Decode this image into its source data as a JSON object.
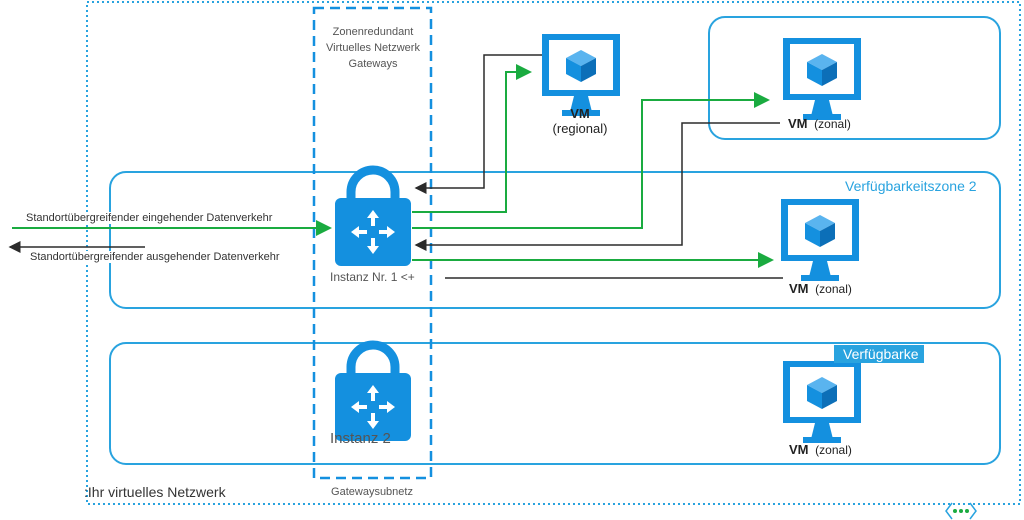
{
  "vnet_label": ":Ihr virtuelles Netzwerk",
  "gateway": {
    "title_lines": [
      "Zonenredundant",
      "Virtuelles Netzwerk",
      "Gateways"
    ],
    "subnet_label": "Gatewaysubnetz"
  },
  "zones": {
    "zone2_label": "Verfügbarkeitszone 2",
    "zone3_label": "Verfügbarke"
  },
  "instances": {
    "instance1_label": "Instanz Nr. 1 <+",
    "instance2_label": "Instanz 2"
  },
  "vms": {
    "regional": {
      "name": "VM",
      "type": "(regional)"
    },
    "zonal_1": {
      "name": "VM",
      "type": "(zonal)"
    },
    "zonal_2": {
      "name": "VM",
      "type": "(zonal)"
    },
    "zonal_3": {
      "name": "VM",
      "type": "(zonal)"
    }
  },
  "traffic": {
    "inbound": "Standortübergreifender  eingehender  Datenverkehr",
    "outbound": "Standortübergreifender  ausgehender  Datenverkehr"
  },
  "icons": {
    "vm": "virtual-machine-icon",
    "gateway": "vpn-gateway-lock-icon",
    "ellipsis": "ellipsis-icon"
  },
  "colors": {
    "zone_border": "#29a3df",
    "green_arrow": "#1aab40",
    "dark_arrow": "#2b2b2b",
    "icon_blue": "#1490df"
  }
}
